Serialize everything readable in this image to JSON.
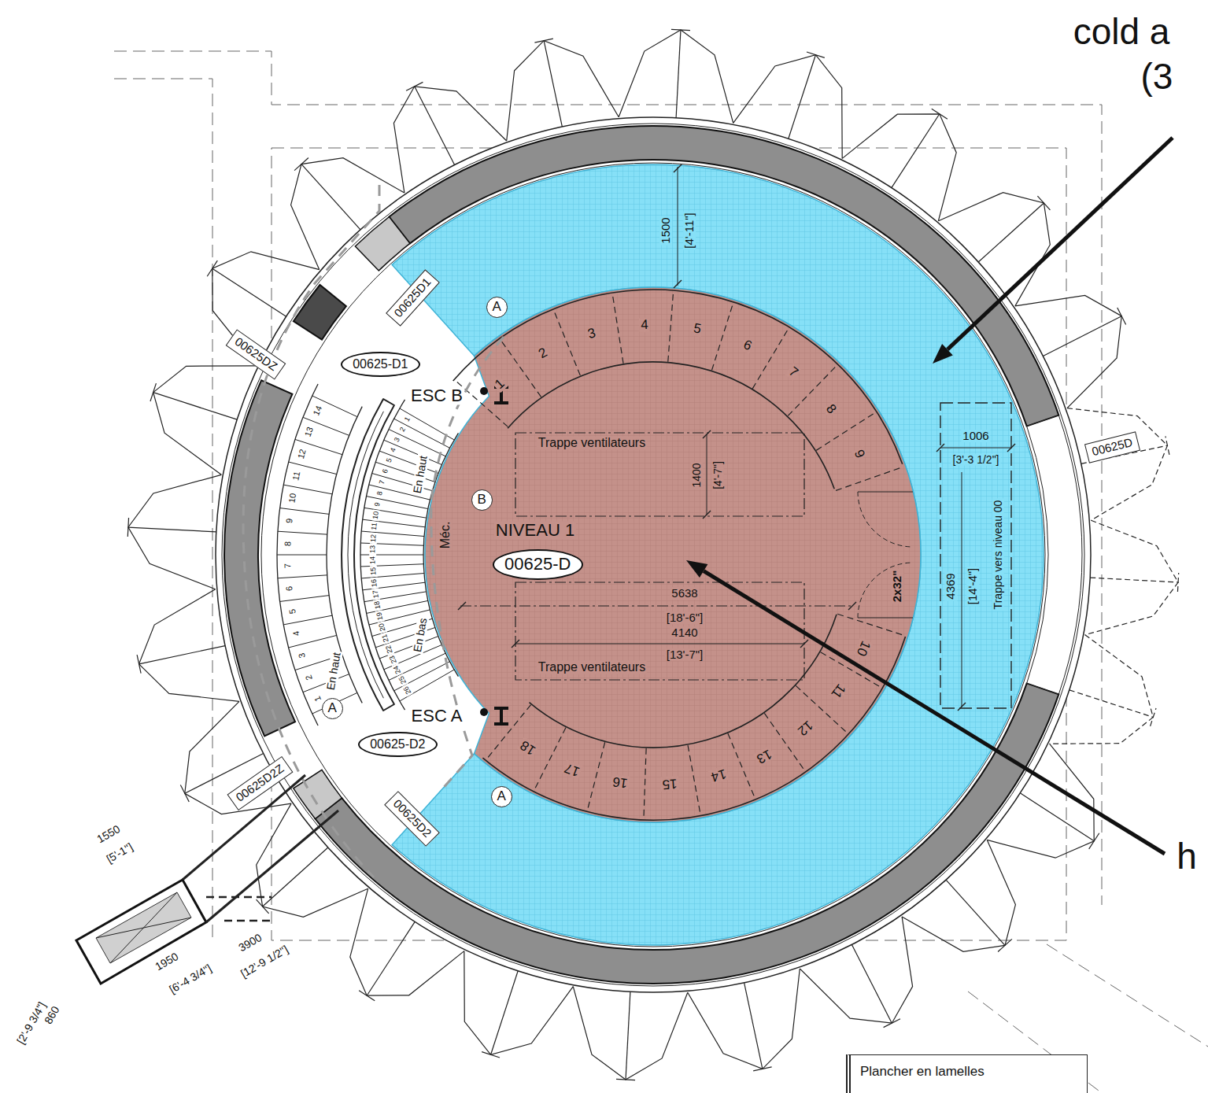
{
  "diagram": {
    "nodes": [
      {
        "text": [
          "00625D1"
        ]
      },
      {
        "text": [
          "00625DZ"
        ]
      },
      {
        "text": [
          "00625-D1"
        ]
      },
      {
        "text": [
          "A"
        ]
      },
      {
        "text": [
          "B"
        ]
      },
      {
        "text": [
          "00625-D"
        ]
      },
      {
        "text": [
          "A"
        ]
      },
      {
        "text": [
          "00625-D2"
        ]
      },
      {
        "text": [
          "A"
        ]
      },
      {
        "text": [
          "00625D2Z"
        ]
      },
      {
        "text": [
          "00625D2"
        ]
      },
      {
        "text": [
          "00625D"
        ]
      },
      {
        "text": [
          "Plancher en lamelles"
        ]
      }
    ],
    "labels": [
      "cold a",
      "(3",
      "h",
      "1500",
      "[4'-11\"]",
      "Trappe ventilateurs",
      "1400",
      "[4'-7\"]",
      "NIVEAU 1",
      "5638",
      "[18'-6\"]",
      "4140",
      "[13'-7\"]",
      "Trappe ventilateurs",
      "1006",
      "[3'-3 1/2\"]",
      "4369",
      "[14'-4\"]",
      "Trappe vers niveau 00",
      "2x32\"",
      "ESC B",
      "ESC A",
      "Méc.",
      "En haut",
      "En haut",
      "En bas",
      "1550",
      "[5'-1\"]",
      "1950",
      "[6'-4 3/4\"]",
      "3900",
      "[12'-9 1/2\"]",
      "860",
      "[2'-9 3/4\"]",
      "1",
      "2",
      "3",
      "4",
      "5",
      "6",
      "7",
      "8",
      "9",
      "10",
      "11",
      "12",
      "13",
      "14",
      "15",
      "16",
      "17",
      "18",
      "1",
      "2",
      "3",
      "4",
      "5",
      "6",
      "7",
      "8",
      "9",
      "10",
      "11",
      "12",
      "13",
      "14",
      "1",
      "2",
      "3",
      "4",
      "5",
      "6",
      "7",
      "8",
      "9",
      "10",
      "11",
      "12",
      "13",
      "14",
      "15",
      "16",
      "17",
      "18",
      "19",
      "20",
      "21",
      "22",
      "23",
      "24",
      "25",
      "26"
    ]
  }
}
